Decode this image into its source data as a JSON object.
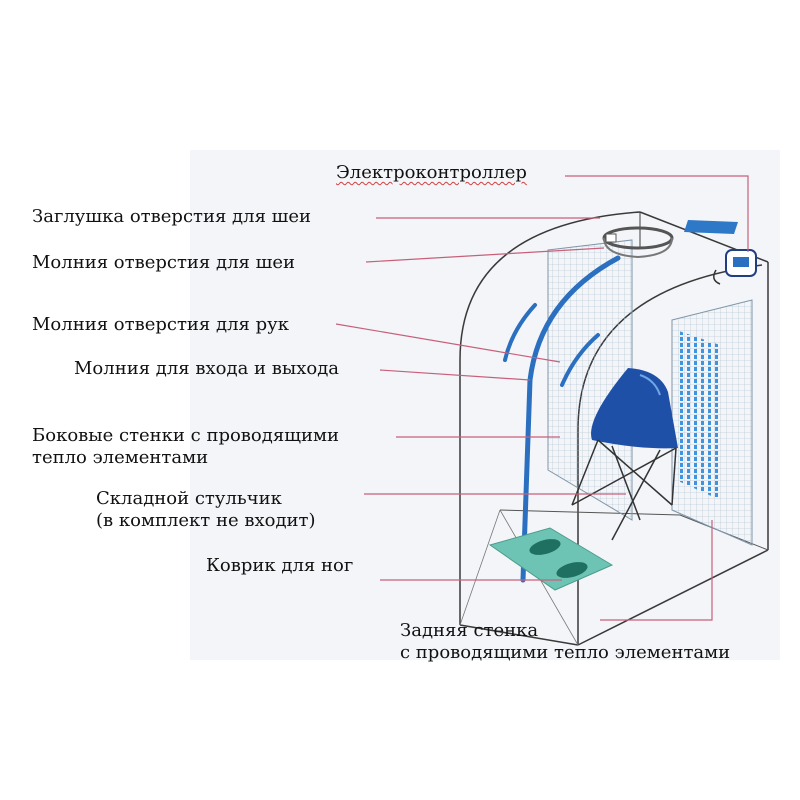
{
  "labels": {
    "controller": "Электроконтроллер",
    "neck_plug": "Заглушка отверстия для шеи",
    "neck_zip": "Молния отверстия для шеи",
    "arm_zip": "Молния отверстия для рук",
    "entry_zip": "Молния для входа и выхода",
    "side_walls": [
      "Боковые стенки с проводящими",
      "тепло элементами"
    ],
    "stool": [
      "Складной стульчик",
      "(в комплект не входит)"
    ],
    "mat": "Коврик для ног",
    "back_wall": [
      "Задняя стенка",
      "с проводящими тепло элементами"
    ]
  },
  "colors": {
    "leader_line": "#c8607a",
    "frame": "#3a3a3a",
    "zipper": "#2a6fc0",
    "heating_grid": "#9fb7c8",
    "heating_back": "#3a8fd8",
    "chair": "#1f50a8",
    "mat": "#6ec4b4",
    "panel_bg": "#f3f5f8"
  }
}
